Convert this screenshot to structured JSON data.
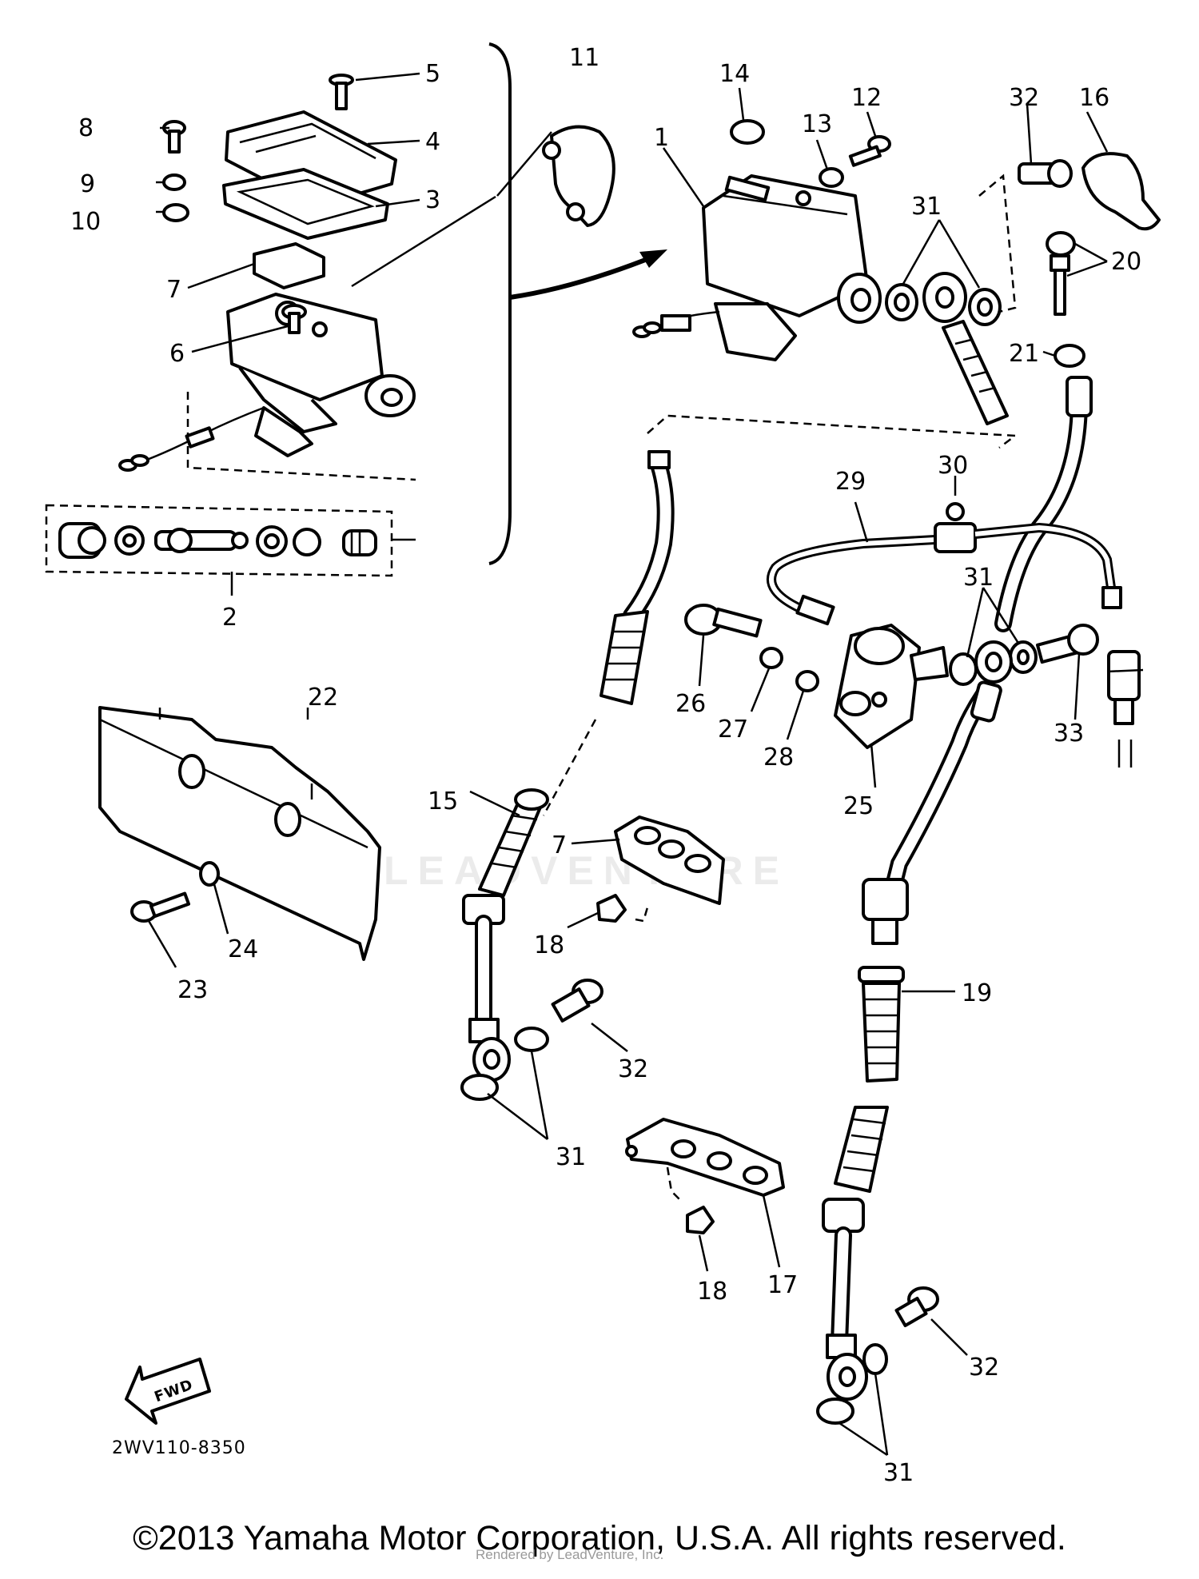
{
  "diagram": {
    "drawing_code": "2WV110-8350",
    "fwd_label": "FWD",
    "callouts": [
      {
        "id": "c8",
        "text": "8"
      },
      {
        "id": "c9",
        "text": "9"
      },
      {
        "id": "c10",
        "text": "10"
      },
      {
        "id": "c5",
        "text": "5"
      },
      {
        "id": "c4",
        "text": "4"
      },
      {
        "id": "c3",
        "text": "3"
      },
      {
        "id": "c7a",
        "text": "7"
      },
      {
        "id": "c6",
        "text": "6"
      },
      {
        "id": "c2",
        "text": "2"
      },
      {
        "id": "c11",
        "text": "11"
      },
      {
        "id": "c1",
        "text": "1"
      },
      {
        "id": "c14",
        "text": "14"
      },
      {
        "id": "c13",
        "text": "13"
      },
      {
        "id": "c12",
        "text": "12"
      },
      {
        "id": "c32a",
        "text": "32"
      },
      {
        "id": "c16",
        "text": "16"
      },
      {
        "id": "c31a",
        "text": "31"
      },
      {
        "id": "c20",
        "text": "20"
      },
      {
        "id": "c21",
        "text": "21"
      },
      {
        "id": "c29",
        "text": "29"
      },
      {
        "id": "c30",
        "text": "30"
      },
      {
        "id": "c31b",
        "text": "31"
      },
      {
        "id": "c26",
        "text": "26"
      },
      {
        "id": "c27",
        "text": "27"
      },
      {
        "id": "c28",
        "text": "28"
      },
      {
        "id": "c25",
        "text": "25"
      },
      {
        "id": "c33",
        "text": "33"
      },
      {
        "id": "c22",
        "text": "22"
      },
      {
        "id": "c24",
        "text": "24"
      },
      {
        "id": "c23",
        "text": "23"
      },
      {
        "id": "c15",
        "text": "15"
      },
      {
        "id": "c7b",
        "text": "7"
      },
      {
        "id": "c18a",
        "text": "18"
      },
      {
        "id": "c32b",
        "text": "32"
      },
      {
        "id": "c31c",
        "text": "31"
      },
      {
        "id": "c19",
        "text": "19"
      },
      {
        "id": "c17",
        "text": "17"
      },
      {
        "id": "c18b",
        "text": "18"
      },
      {
        "id": "c32c",
        "text": "32"
      },
      {
        "id": "c31d",
        "text": "31"
      }
    ]
  },
  "watermark": {
    "brand": "LEADVENTURE",
    "rendered_note": "Rendered by LeadVenture, Inc."
  },
  "footer": {
    "copyright": "©2013 Yamaha Motor Corporation, U.S.A. All rights reserved."
  }
}
